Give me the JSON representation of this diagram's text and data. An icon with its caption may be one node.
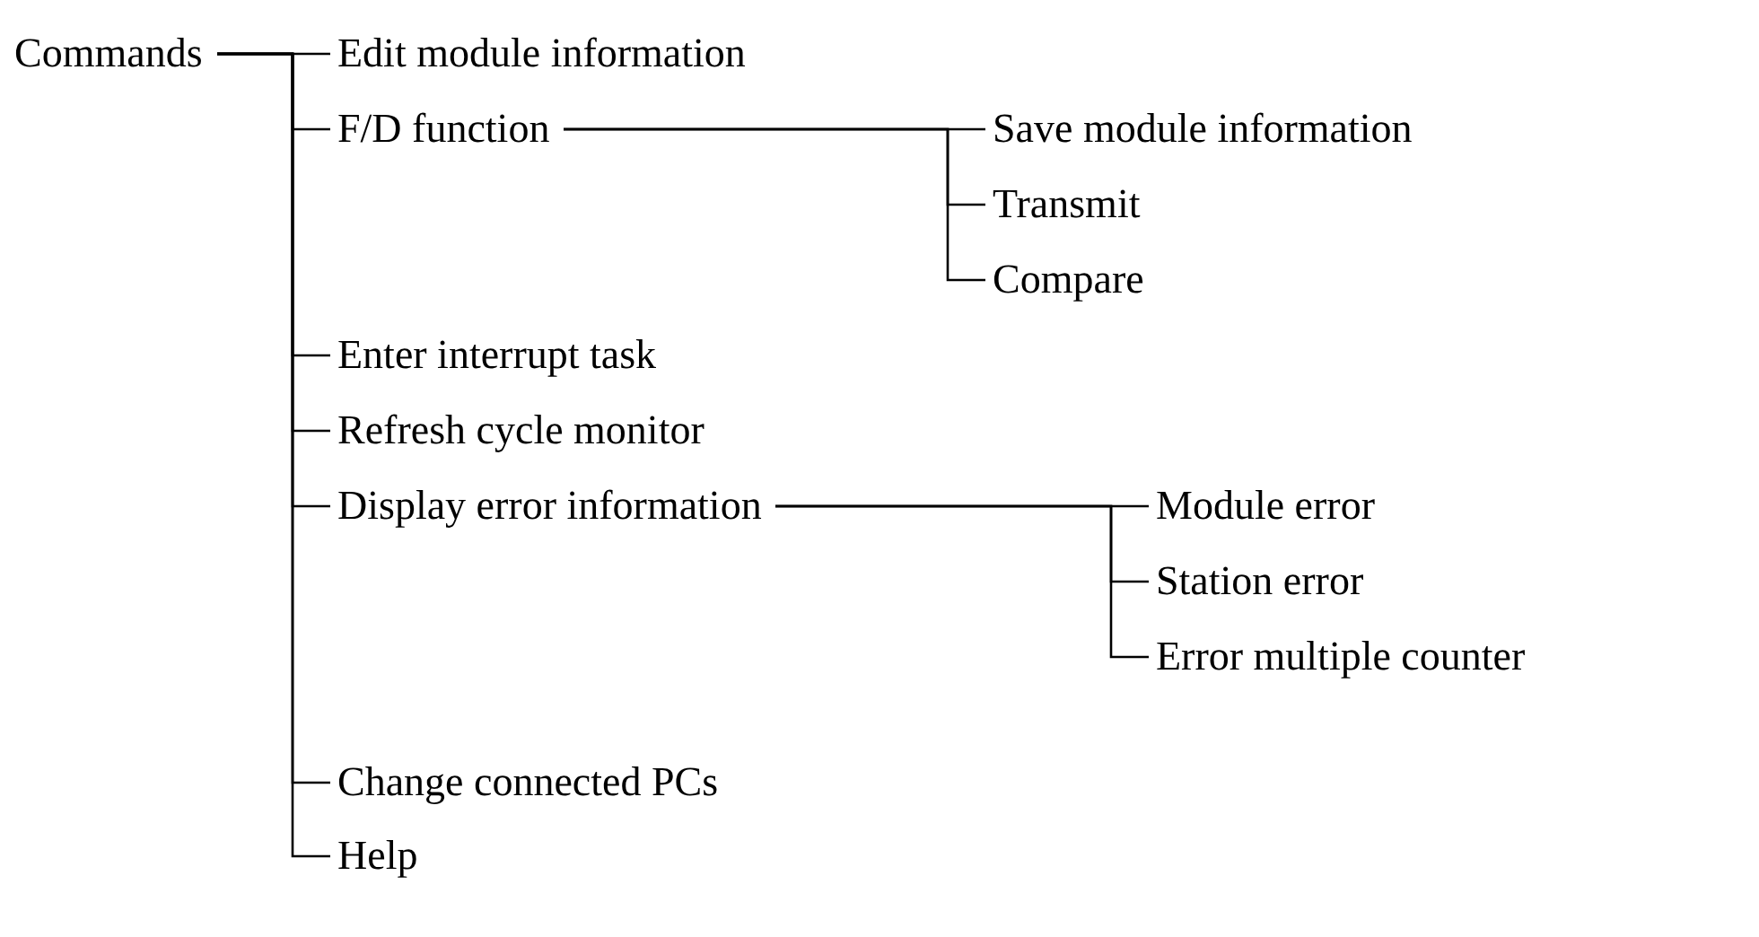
{
  "diagram": {
    "nodes": [
      {
        "text": [
          "Commands"
        ]
      },
      {
        "text": [
          "Edit module information"
        ]
      },
      {
        "text": [
          "F/D function"
        ]
      },
      {
        "text": [
          "Save module information"
        ]
      },
      {
        "text": [
          "Transmit"
        ]
      },
      {
        "text": [
          "Compare"
        ]
      },
      {
        "text": [
          "Enter interrupt task"
        ]
      },
      {
        "text": [
          "Refresh cycle monitor"
        ]
      },
      {
        "text": [
          "Display error information"
        ]
      },
      {
        "text": [
          "Module error"
        ]
      },
      {
        "text": [
          "Station error"
        ]
      },
      {
        "text": [
          "Error multiple counter"
        ]
      },
      {
        "text": [
          "Change connected PCs"
        ]
      },
      {
        "text": [
          "Help"
        ]
      }
    ],
    "edges": [
      {
        "from": 0,
        "to": 1,
        "arrow": "none"
      },
      {
        "from": 0,
        "to": 2,
        "arrow": "none"
      },
      {
        "from": 2,
        "to": 3,
        "arrow": "none"
      },
      {
        "from": 2,
        "to": 4,
        "arrow": "none"
      },
      {
        "from": 2,
        "to": 5,
        "arrow": "none"
      },
      {
        "from": 0,
        "to": 6,
        "arrow": "none"
      },
      {
        "from": 0,
        "to": 7,
        "arrow": "none"
      },
      {
        "from": 0,
        "to": 8,
        "arrow": "none"
      },
      {
        "from": 8,
        "to": 9,
        "arrow": "none"
      },
      {
        "from": 8,
        "to": 10,
        "arrow": "none"
      },
      {
        "from": 8,
        "to": 11,
        "arrow": "none"
      },
      {
        "from": 0,
        "to": 12,
        "arrow": "none"
      },
      {
        "from": 0,
        "to": 13,
        "arrow": "none"
      }
    ]
  }
}
